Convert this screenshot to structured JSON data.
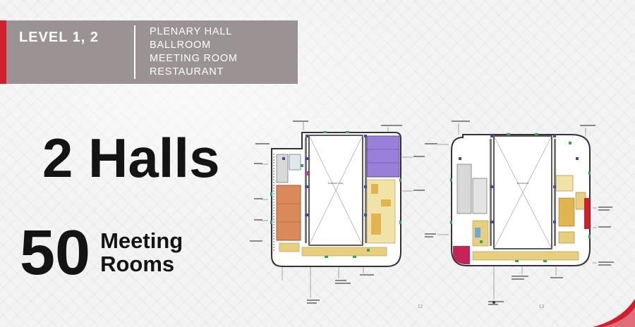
{
  "banner": {
    "level": "LEVEL 1, 2",
    "features": [
      "PLENARY HALL",
      "BALLROOM",
      "MEETING ROOM",
      "RESTAURANT"
    ]
  },
  "stats": {
    "halls": "2 Halls",
    "meeting_count": "50",
    "meeting_label_line1": "Meeting",
    "meeting_label_line2": "Rooms"
  },
  "plans": {
    "page_left": "12",
    "page_right": "13"
  },
  "colors": {
    "banner_bg": "#9b9393",
    "accent_red": "#d0202e",
    "hall_purple": "#9a7fd8",
    "room_orange": "#d9895a",
    "floor_yellow": "#e8cf80",
    "wall_blue": "#2c4fb0",
    "exit_green": "#2fa84a"
  }
}
